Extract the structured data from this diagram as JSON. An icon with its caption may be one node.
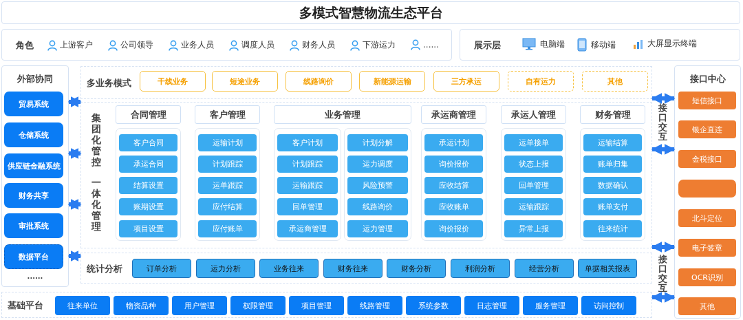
{
  "diagram": {
    "title": "多模式智慧物流生态平台",
    "nodes": [
      {
        "text": [
          "角色",
          "上游客户",
          "公司领导",
          "业务人员",
          "调度人员",
          "财务人员",
          "下游运力",
          "......"
        ]
      },
      {
        "text": [
          "展示层",
          "电脑端",
          "移动端",
          "大屏显示终端"
        ]
      },
      {
        "text": [
          "外部协同",
          "......"
        ]
      },
      {
        "text": [
          "贸易系统"
        ],
        "in": 2
      },
      {
        "text": [
          "仓储系统"
        ],
        "in": 2
      },
      {
        "text": [
          "供应链金融系统"
        ],
        "in": 2
      },
      {
        "text": [
          "财务共享"
        ],
        "in": 2
      },
      {
        "text": [
          "审批系统"
        ],
        "in": 2
      },
      {
        "text": [
          "数据平台"
        ],
        "in": 2
      },
      {
        "text": [
          "多业务模式"
        ]
      },
      {
        "text": [
          "干线业务"
        ],
        "in": 9
      },
      {
        "text": [
          "短途业务"
        ],
        "in": 9
      },
      {
        "text": [
          "线路询价"
        ],
        "in": 9
      },
      {
        "text": [
          "新能源运输"
        ],
        "in": 9
      },
      {
        "text": [
          "三方承运"
        ],
        "in": 9
      },
      {
        "text": [
          "自有运力"
        ],
        "in": 9
      },
      {
        "text": [
          "其他"
        ],
        "in": 9
      },
      {
        "text": [
          "集团化管控",
          "一体化管理"
        ]
      },
      {
        "text": [
          "合同管理"
        ],
        "in": 17
      },
      {
        "text": [],
        "shape": "box",
        "in": 17
      },
      {
        "text": [
          "客户合同"
        ],
        "in": 19
      },
      {
        "text": [
          "承运合同"
        ],
        "in": 19
      },
      {
        "text": [
          "结算设置"
        ],
        "in": 19
      },
      {
        "text": [
          "账期设置"
        ],
        "in": 19
      },
      {
        "text": [
          "项目设置"
        ],
        "in": 19
      },
      {
        "text": [
          "客户管理"
        ],
        "in": 17
      },
      {
        "text": [],
        "shape": "box",
        "in": 17
      },
      {
        "text": [
          "运输计划"
        ],
        "in": 26
      },
      {
        "text": [
          "计划跟踪"
        ],
        "in": 26
      },
      {
        "text": [
          "运单跟踪"
        ],
        "in": 26
      },
      {
        "text": [
          "应付结算"
        ],
        "in": 26
      },
      {
        "text": [
          "应付账单"
        ],
        "in": 26
      },
      {
        "text": [
          "业务管理"
        ],
        "in": 17
      },
      {
        "text": [],
        "shape": "box",
        "in": 17
      },
      {
        "text": [
          "客户计划"
        ],
        "in": 33
      },
      {
        "text": [
          "计划跟踪"
        ],
        "in": 33
      },
      {
        "text": [
          "运输跟踪"
        ],
        "in": 33
      },
      {
        "text": [
          "回单管理"
        ],
        "in": 33
      },
      {
        "text": [
          "承运商管理"
        ],
        "in": 33
      },
      {
        "text": [],
        "shape": "box",
        "in": 17
      },
      {
        "text": [
          "计划分解"
        ],
        "in": 39
      },
      {
        "text": [
          "运力调度"
        ],
        "in": 39
      },
      {
        "text": [
          "风险预警"
        ],
        "in": 39
      },
      {
        "text": [
          "线路询价"
        ],
        "in": 39
      },
      {
        "text": [
          "运力管理"
        ],
        "in": 39
      },
      {
        "text": [
          "承运商管理"
        ],
        "in": 17
      },
      {
        "text": [],
        "shape": "box",
        "in": 17
      },
      {
        "text": [
          "承运计划"
        ],
        "in": 46
      },
      {
        "text": [
          "询价报价"
        ],
        "in": 46
      },
      {
        "text": [
          "应收结算"
        ],
        "in": 46
      },
      {
        "text": [
          "应收账单"
        ],
        "in": 46
      },
      {
        "text": [
          "询价报价"
        ],
        "in": 46
      },
      {
        "text": [
          "承运人管理"
        ],
        "in": 17
      },
      {
        "text": [],
        "shape": "box",
        "in": 17
      },
      {
        "text": [
          "运单接单"
        ],
        "in": 53
      },
      {
        "text": [
          "状态上报"
        ],
        "in": 53
      },
      {
        "text": [
          "回单管理"
        ],
        "in": 53
      },
      {
        "text": [
          "运输跟踪"
        ],
        "in": 53
      },
      {
        "text": [
          "异常上报"
        ],
        "in": 53
      },
      {
        "text": [
          "财务管理"
        ],
        "in": 17
      },
      {
        "text": [],
        "shape": "box",
        "in": 17
      },
      {
        "text": [
          "运输结算"
        ],
        "in": 60
      },
      {
        "text": [
          "账单归集"
        ],
        "in": 60
      },
      {
        "text": [
          "数据确认"
        ],
        "in": 60
      },
      {
        "text": [
          "账单支付"
        ],
        "in": 60
      },
      {
        "text": [
          "往来统计"
        ],
        "in": 60
      },
      {
        "text": [
          "统计分析"
        ]
      },
      {
        "text": [
          "订单分析"
        ],
        "in": 66
      },
      {
        "text": [
          "运力分析"
        ],
        "in": 66
      },
      {
        "text": [
          "业务往来"
        ],
        "in": 66
      },
      {
        "text": [
          "财务往来"
        ],
        "in": 66
      },
      {
        "text": [
          "财务分析"
        ],
        "in": 66
      },
      {
        "text": [
          "利润分析"
        ],
        "in": 66
      },
      {
        "text": [
          "经营分析"
        ],
        "in": 66
      },
      {
        "text": [
          "单据相关报表"
        ],
        "in": 66
      },
      {
        "text": [
          "基础平台"
        ]
      },
      {
        "text": [
          "往来单位"
        ],
        "in": 75
      },
      {
        "text": [
          "物资品种"
        ],
        "in": 75
      },
      {
        "text": [
          "用户管理"
        ],
        "in": 75
      },
      {
        "text": [
          "权限管理"
        ],
        "in": 75
      },
      {
        "text": [
          "项目管理"
        ],
        "in": 75
      },
      {
        "text": [
          "线路管理"
        ],
        "in": 75
      },
      {
        "text": [
          "系统参数"
        ],
        "in": 75
      },
      {
        "text": [
          "日志管理"
        ],
        "in": 75
      },
      {
        "text": [
          "服务管理"
        ],
        "in": 75
      },
      {
        "text": [
          "访问控制"
        ],
        "in": 75
      },
      {
        "text": [
          "接口中心"
        ]
      },
      {
        "text": [
          "短信接口"
        ],
        "in": 86
      },
      {
        "text": [
          "银企直连"
        ],
        "in": 86
      },
      {
        "text": [
          "金税接口"
        ],
        "in": 86
      },
      {
        "text": [],
        "shape": "box",
        "in": 86
      },
      {
        "text": [
          "北斗定位"
        ],
        "in": 86
      },
      {
        "text": [
          "电子签章"
        ],
        "in": 86
      },
      {
        "text": [
          "OCR识别"
        ],
        "in": 86
      },
      {
        "text": [
          "其他"
        ],
        "in": 86
      }
    ],
    "edges": [
      {
        "from": 2,
        "to": 17,
        "arrow": "both"
      },
      {
        "from": 2,
        "to": 17,
        "arrow": "both"
      },
      {
        "from": 2,
        "to": 17,
        "arrow": "both"
      },
      {
        "from": 2,
        "to": 66,
        "arrow": "both"
      },
      {
        "from": 17,
        "to": 86,
        "arrow": "both"
      },
      {
        "from": 17,
        "to": 86,
        "arrow": "both"
      },
      {
        "from": 66,
        "to": 86,
        "arrow": "both"
      },
      {
        "from": 75,
        "to": 86,
        "arrow": "both"
      }
    ],
    "labels": [
      "接口交互",
      "接口交互"
    ]
  }
}
